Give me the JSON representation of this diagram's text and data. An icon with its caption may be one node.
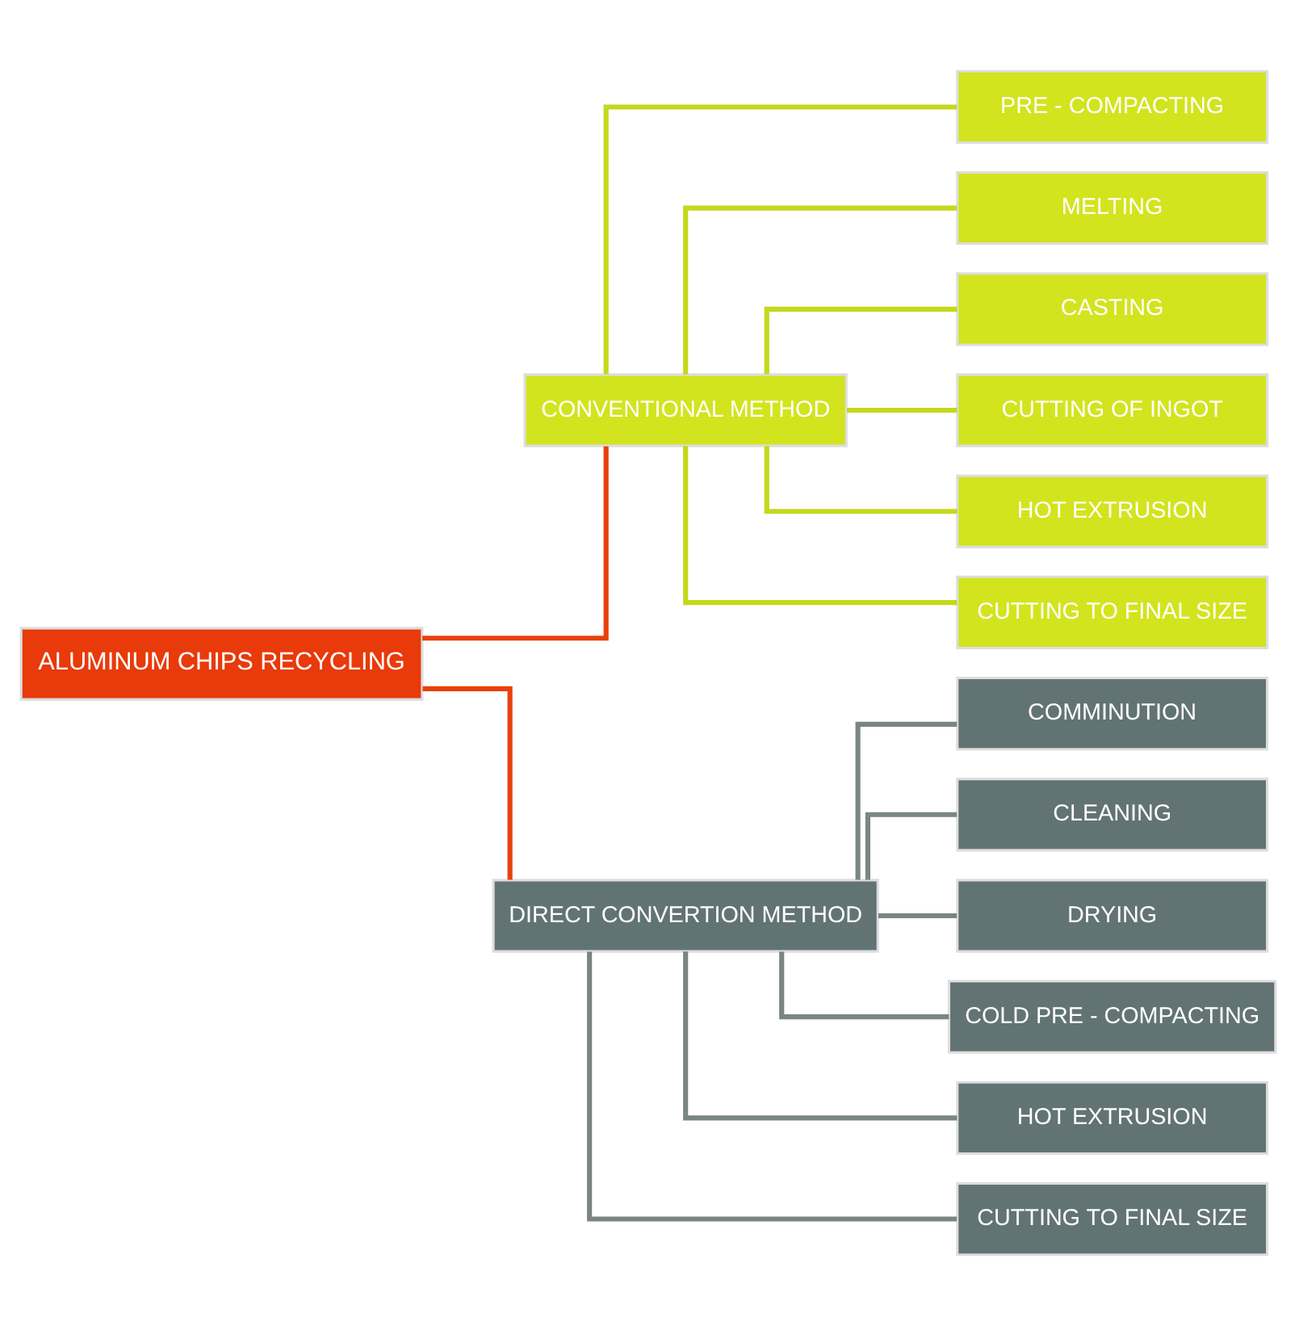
{
  "diagram": {
    "nodes": [
      {
        "text": [
          "ALUMINUM CHIPS RECYCLING"
        ]
      },
      {
        "text": [
          "CONVENTIONAL METHOD"
        ]
      },
      {
        "text": [
          "DIRECT CONVERTION METHOD"
        ]
      },
      {
        "text": [
          "PRE - COMPACTING"
        ]
      },
      {
        "text": [
          "MELTING"
        ]
      },
      {
        "text": [
          "CASTING"
        ]
      },
      {
        "text": [
          "CUTTING OF INGOT"
        ]
      },
      {
        "text": [
          "HOT EXTRUSION"
        ]
      },
      {
        "text": [
          "CUTTING TO FINAL SIZE"
        ]
      },
      {
        "text": [
          "COMMINUTION"
        ]
      },
      {
        "text": [
          "CLEANING"
        ]
      },
      {
        "text": [
          "DRYING"
        ]
      },
      {
        "text": [
          "COLD PRE - COMPACTING"
        ]
      },
      {
        "text": [
          "HOT EXTRUSION"
        ]
      },
      {
        "text": [
          "CUTTING TO FINAL SIZE"
        ]
      }
    ],
    "edges": [
      {
        "from": 0,
        "to": 1,
        "arrow": "none",
        "color": "#e8400c"
      },
      {
        "from": 0,
        "to": 2,
        "arrow": "none",
        "color": "#e8400c"
      },
      {
        "from": 1,
        "to": 3,
        "arrow": "none",
        "color": "#c4d81c"
      },
      {
        "from": 1,
        "to": 4,
        "arrow": "none",
        "color": "#c4d81c"
      },
      {
        "from": 1,
        "to": 5,
        "arrow": "none",
        "color": "#c4d81c"
      },
      {
        "from": 1,
        "to": 6,
        "arrow": "none",
        "color": "#c4d81c"
      },
      {
        "from": 1,
        "to": 7,
        "arrow": "none",
        "color": "#c4d81c"
      },
      {
        "from": 1,
        "to": 8,
        "arrow": "none",
        "color": "#c4d81c"
      },
      {
        "from": 2,
        "to": 9,
        "arrow": "none",
        "color": "#7a8585"
      },
      {
        "from": 2,
        "to": 10,
        "arrow": "none",
        "color": "#7a8585"
      },
      {
        "from": 2,
        "to": 11,
        "arrow": "none",
        "color": "#7a8585"
      },
      {
        "from": 2,
        "to": 12,
        "arrow": "none",
        "color": "#7a8585"
      },
      {
        "from": 2,
        "to": 13,
        "arrow": "none",
        "color": "#7a8585"
      },
      {
        "from": 2,
        "to": 14,
        "arrow": "none",
        "color": "#7a8585"
      }
    ]
  }
}
